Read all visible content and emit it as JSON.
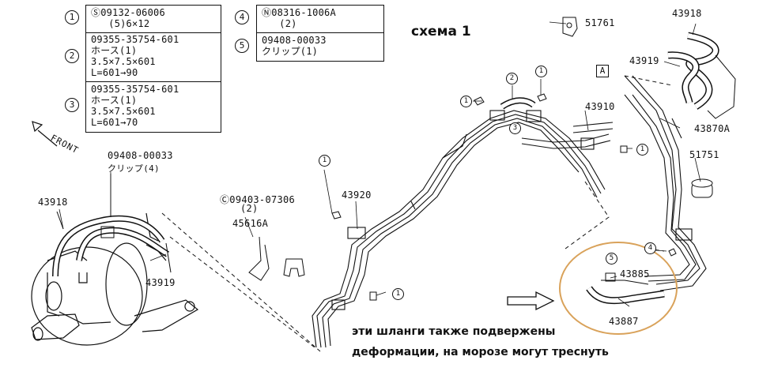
{
  "title": "схема 1",
  "note": {
    "line1": "эти шланги также подвержены",
    "line2": "деформации, на морозе могут треснуть"
  },
  "direction_label": "FRONT",
  "callout_box_letter": "A",
  "legend_left": [
    {
      "num": "1",
      "lines": [
        "Ⓢ09132-06006",
        "   (5)6×12"
      ]
    },
    {
      "num": "2",
      "lines": [
        "09355-35754-601",
        "ホース(1)",
        "3.5×7.5×601",
        "L=601→90"
      ]
    },
    {
      "num": "3",
      "lines": [
        "09355-35754-601",
        "ホース(1)",
        "3.5×7.5×601",
        "L=601→70"
      ]
    }
  ],
  "legend_right": [
    {
      "num": "4",
      "lines": [
        "Ⓝ08316-1006A",
        "   (2)"
      ]
    },
    {
      "num": "5",
      "lines": [
        "09408-00033",
        "クリップ(1)"
      ]
    }
  ],
  "part_labels": {
    "p51761": "51761",
    "p43918_top": "43918",
    "p43919_top": "43919",
    "p43870A": "43870A",
    "p43910": "43910",
    "p51751": "51751",
    "p43920": "43920",
    "p09403": "Ⓒ09403-07306",
    "p09403_qty": "(2)",
    "p45616A": "45616A",
    "p09408": "09408-00033",
    "p09408_sub": "クリップ(4)",
    "p43918_left": "43918",
    "p43919_left": "43919",
    "p43885": "43885",
    "p43887": "43887"
  },
  "callouts": {
    "c1": "1",
    "c2": "2",
    "c3": "3",
    "c4": "4",
    "c5": "5"
  },
  "colors": {
    "highlight_circle": "#d9a25a",
    "line": "#111111"
  }
}
